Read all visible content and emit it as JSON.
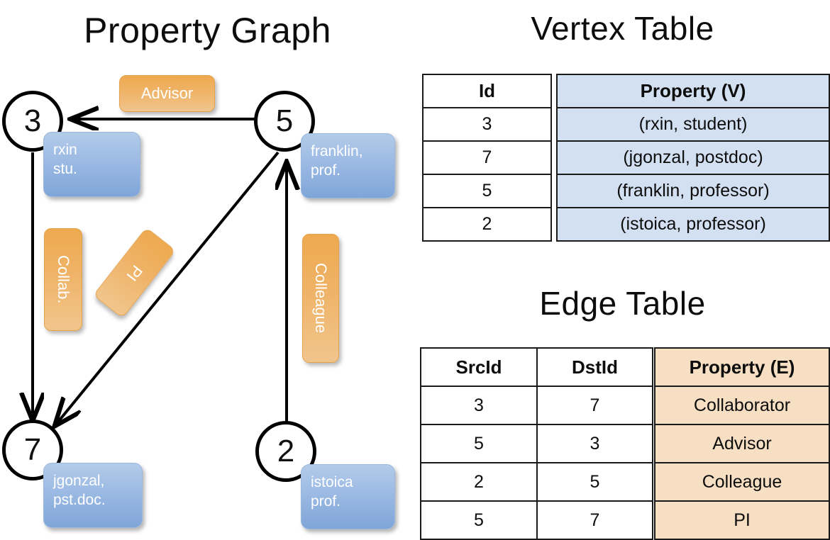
{
  "titles": {
    "property_graph": "Property Graph",
    "vertex_table": "Vertex Table",
    "edge_table": "Edge Table"
  },
  "colors": {
    "vertex_property_fill": "#d3e0f2",
    "edge_property_fill": "#f7dfc4",
    "node_box_blue": "#9dbbe4",
    "edge_label_orange": "#efb265",
    "stroke": "#000000"
  },
  "graph": {
    "nodes": [
      {
        "id": "3",
        "property_line1": "rxin",
        "property_line2": "stu."
      },
      {
        "id": "5",
        "property_line1": "franklin,",
        "property_line2": "prof."
      },
      {
        "id": "7",
        "property_line1": "jgonzal,",
        "property_line2": "pst.doc."
      },
      {
        "id": "2",
        "property_line1": "istoica",
        "property_line2": "prof."
      }
    ],
    "edge_labels": [
      {
        "text": "Advisor",
        "orientation": "horizontal"
      },
      {
        "text": "Collab.",
        "orientation": "vertical"
      },
      {
        "text": "PI",
        "orientation": "vertical-rotated"
      },
      {
        "text": "Colleague",
        "orientation": "vertical"
      }
    ],
    "edges": [
      {
        "src": "5",
        "dst": "3",
        "label": "Advisor"
      },
      {
        "src": "3",
        "dst": "7",
        "label": "Collab."
      },
      {
        "src": "5",
        "dst": "7",
        "label": "PI"
      },
      {
        "src": "2",
        "dst": "5",
        "label": "Colleague"
      }
    ]
  },
  "vertex_table": {
    "headers": [
      "Id",
      "Property (V)"
    ],
    "rows": [
      {
        "id": "3",
        "property": "(rxin, student)"
      },
      {
        "id": "7",
        "property": "(jgonzal, postdoc)"
      },
      {
        "id": "5",
        "property": "(franklin, professor)"
      },
      {
        "id": "2",
        "property": "(istoica, professor)"
      }
    ]
  },
  "edge_table": {
    "headers": [
      "SrcId",
      "DstId",
      "Property (E)"
    ],
    "rows": [
      {
        "src": "3",
        "dst": "7",
        "property": "Collaborator"
      },
      {
        "src": "5",
        "dst": "3",
        "property": "Advisor"
      },
      {
        "src": "2",
        "dst": "5",
        "property": "Colleague"
      },
      {
        "src": "5",
        "dst": "7",
        "property": "PI"
      }
    ]
  }
}
